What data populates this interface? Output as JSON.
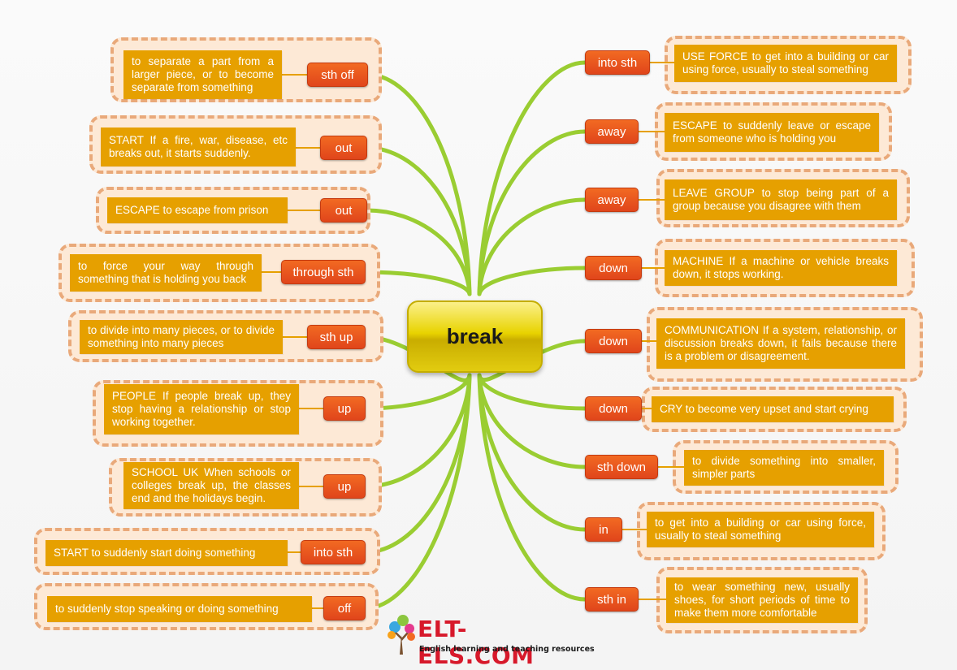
{
  "center": {
    "label": "break"
  },
  "left": [
    {
      "particle": "sth off",
      "definition": "to separate a part from a larger piece, or to become separate from something"
    },
    {
      "particle": "out",
      "definition": "START If a fire, war, disease, etc breaks out, it starts suddenly."
    },
    {
      "particle": "out",
      "definition": "ESCAPE to escape from prison"
    },
    {
      "particle": "through sth",
      "definition": "to force your way through something that is holding you back"
    },
    {
      "particle": "sth up",
      "definition": "to divide into many pieces, or to divide something into many pieces"
    },
    {
      "particle": "up",
      "definition": "PEOPLE If people break up, they stop having a relationship or stop working together."
    },
    {
      "particle": "up",
      "definition": "SCHOOL UK When schools or colleges break up, the classes end and the holidays begin."
    },
    {
      "particle": "into sth",
      "definition": "START to suddenly start doing something"
    },
    {
      "particle": "off",
      "definition": "to suddenly stop speaking or doing something"
    }
  ],
  "right": [
    {
      "particle": "into sth",
      "definition": "USE FORCE to get into a building or car using force, usually to steal something"
    },
    {
      "particle": "away",
      "definition": "ESCAPE to suddenly leave or escape from someone who is holding you"
    },
    {
      "particle": "away",
      "definition": "LEAVE GROUP to stop being part of a group because you disagree with them"
    },
    {
      "particle": "down",
      "definition": "MACHINE If a machine or vehicle breaks down, it stops working."
    },
    {
      "particle": "down",
      "definition": "COMMUNICATION If a system, relationship, or discussion breaks down, it fails because there is a problem or disagreement."
    },
    {
      "particle": "down",
      "definition": "CRY to become very upset and start crying"
    },
    {
      "particle": "sth down",
      "definition": "to divide something into smaller, simpler parts"
    },
    {
      "particle": "in",
      "definition": "to get into a building or car using force, usually to steal something"
    },
    {
      "particle": "sth in",
      "definition": "to wear something new, usually shoes, for short periods of time to make them more comfortable"
    }
  ],
  "logo": {
    "brand": "ELT-ELS.COM",
    "tagline": "English learning and teaching resources"
  },
  "colors": {
    "branch": "#9acd32",
    "pill": "#e8501e",
    "definition": "#e6a000",
    "cloud": "#fde9d6",
    "cloud_border": "#e9a97a",
    "center": "#e8d300",
    "brand": "#d7192b"
  }
}
